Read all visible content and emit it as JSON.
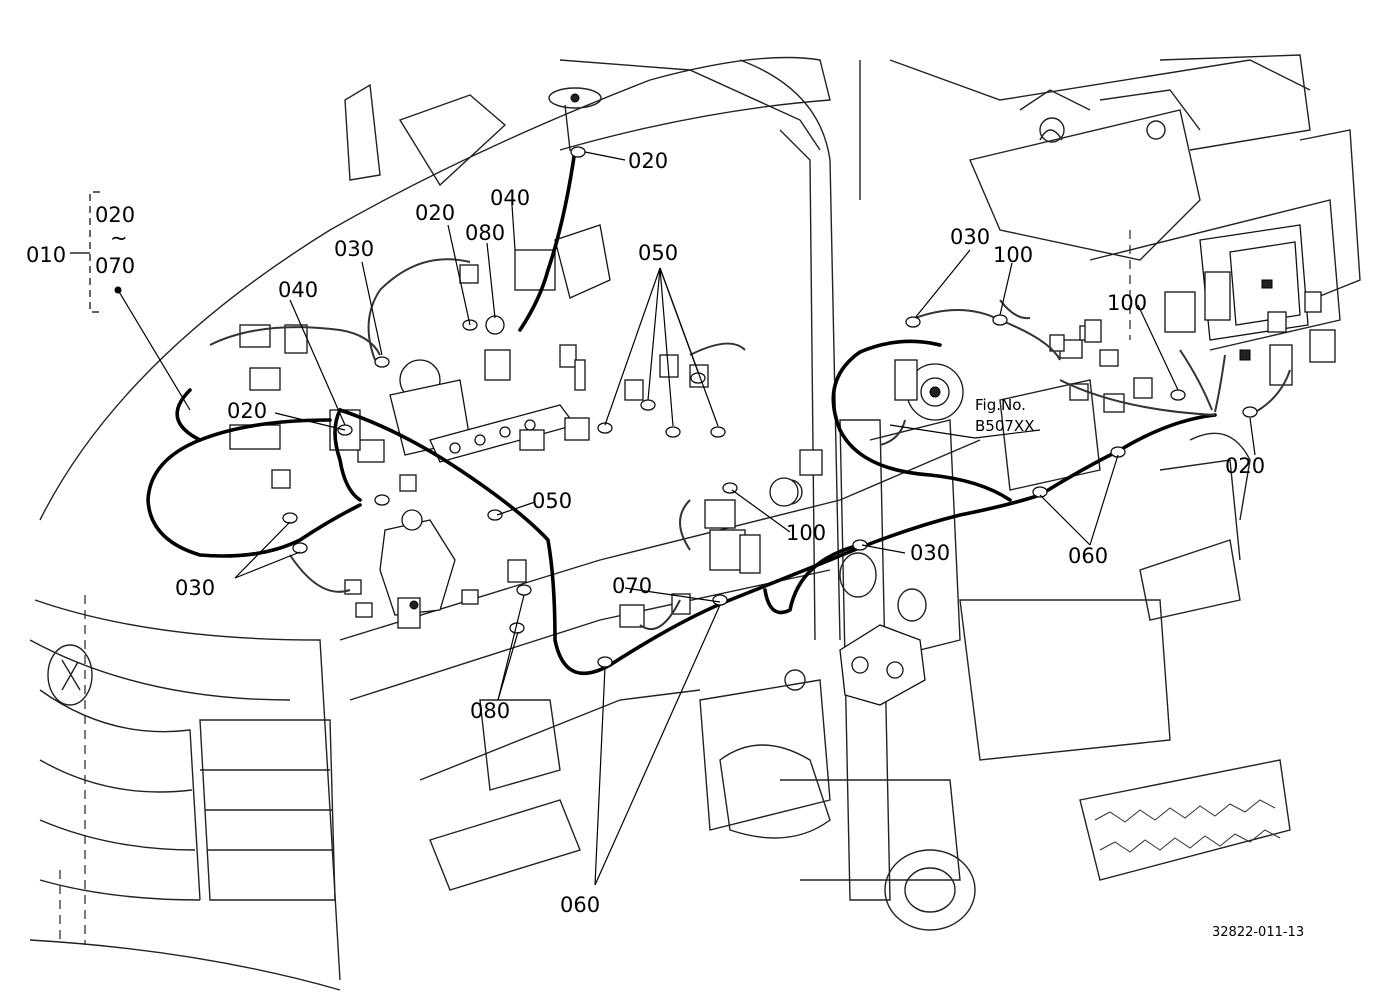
{
  "figure": {
    "drawing_code": "32822-011-13",
    "fig_ref_label": "Fig.No.",
    "fig_ref_code": "B507XX"
  },
  "group": {
    "id": "010",
    "range_start": "020",
    "range_tilde": "~",
    "range_end": "070"
  },
  "callouts": [
    {
      "key": "c020_top",
      "text": "020"
    },
    {
      "key": "c040_top",
      "text": "040"
    },
    {
      "key": "c020_mid",
      "text": "020"
    },
    {
      "key": "c080_top",
      "text": "080"
    },
    {
      "key": "c030_left",
      "text": "030"
    },
    {
      "key": "c050_top",
      "text": "050"
    },
    {
      "key": "c040_left",
      "text": "040"
    },
    {
      "key": "c030_right",
      "text": "030"
    },
    {
      "key": "c100_top",
      "text": "100"
    },
    {
      "key": "c100_right",
      "text": "100"
    },
    {
      "key": "c020_left",
      "text": "020"
    },
    {
      "key": "c050_mid",
      "text": "050"
    },
    {
      "key": "c100_mid",
      "text": "100"
    },
    {
      "key": "c030_mid",
      "text": "030"
    },
    {
      "key": "c060_right",
      "text": "060"
    },
    {
      "key": "c020_right",
      "text": "020"
    },
    {
      "key": "c030_bl",
      "text": "030"
    },
    {
      "key": "c070_mid",
      "text": "070"
    },
    {
      "key": "c080_bottom",
      "text": "080"
    },
    {
      "key": "c060_bottom",
      "text": "060"
    }
  ]
}
